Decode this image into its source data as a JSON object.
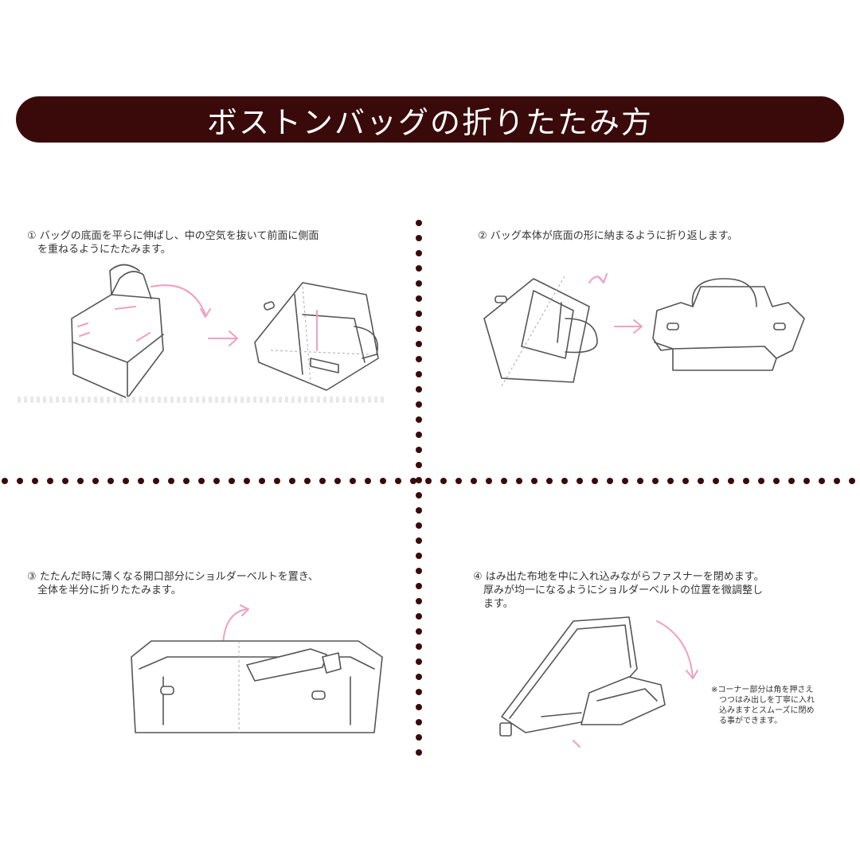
{
  "title": "ボストンバッグの折りたたみ方",
  "steps": [
    {
      "text": "① バッグの底面を平らに伸ばし、中の空気を抜いて前面に側面\n　を重ねるようにたたみます。"
    },
    {
      "text": "② バッグ本体が底面の形に納まるように折り返します。"
    },
    {
      "text": "③ たたんだ時に薄くなる開口部分にショルダーベルトを置き、\n　全体を半分に折りたたみます。"
    },
    {
      "text": "④ はみ出た布地を中に入れ込みながらファスナーを閉めます。\n　厚みが均一になるようにショルダーベルトの位置を微調整し\n　ます。"
    }
  ],
  "note": "※コーナー部分は角を押さえ\n　つつはみ出しを丁寧に入れ\n　込みますとスムーズに閉め\n　る事ができます。",
  "colors": {
    "banner": "#3a0a0a",
    "dots": "#3a0a0a",
    "accent_pink": "#f0a0c0",
    "line": "#555555"
  }
}
